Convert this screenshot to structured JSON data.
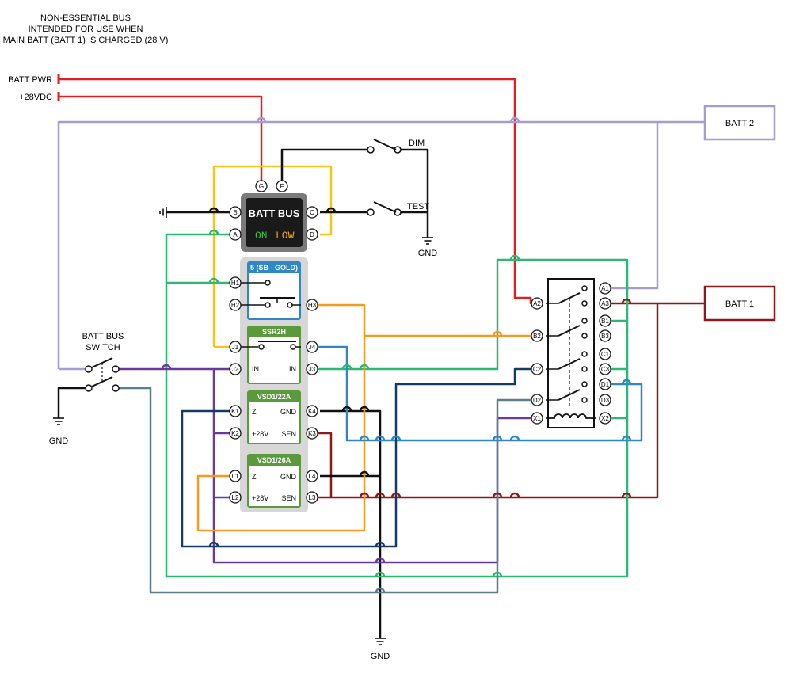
{
  "note": {
    "line1": "NON-ESSENTIAL BUS",
    "line2": "INTENDED FOR USE WHEN",
    "line3": "MAIN BATT (BATT 1) IS CHARGED (28 V)"
  },
  "labels": {
    "batt_pwr": "BATT PWR",
    "plus_28vdc": "+28VDC",
    "batt2": "BATT 2",
    "batt1": "BATT 1",
    "dim": "DIM",
    "test": "TEST",
    "gnd": "GND",
    "batt_bus_switch_1": "BATT BUS",
    "batt_bus_switch_2": "SWITCH"
  },
  "lamp": {
    "title": "BATT BUS",
    "on": "ON",
    "low": "LOW",
    "pins": {
      "g": "G",
      "f": "F",
      "b": "B",
      "a": "A",
      "c": "C",
      "d": "D"
    }
  },
  "modules": {
    "sb": {
      "title": "5 (SB - GOLD)",
      "pins": {
        "h1": "H1",
        "h2": "H2",
        "h3": "H3"
      }
    },
    "ssr": {
      "title": "SSR2H",
      "in_left": "IN",
      "in_right": "IN",
      "pins": {
        "j1": "J1",
        "j2": "J2",
        "j3": "J3",
        "j4": "J4"
      }
    },
    "vsd22": {
      "title": "VSD1/22A",
      "z": "Z",
      "gnd": "GND",
      "v28": "+28V",
      "sen": "SEN",
      "pins": {
        "k1": "K1",
        "k2": "K2",
        "k3": "K3",
        "k4": "K4"
      }
    },
    "vsd26": {
      "title": "VSD1/26A",
      "z": "Z",
      "gnd": "GND",
      "v28": "+28V",
      "sen": "SEN",
      "pins": {
        "l1": "L1",
        "l2": "L2",
        "l3": "L3",
        "l4": "L4"
      }
    }
  },
  "relay": {
    "pins": {
      "a1": "A1",
      "a2": "A2",
      "a3": "A3",
      "b1": "B1",
      "b2": "B2",
      "b3": "B3",
      "c1": "C1",
      "c2": "C2",
      "c3": "C3",
      "d1": "D1",
      "d2": "D2",
      "d3": "D3",
      "x1": "X1",
      "x2": "X2"
    }
  },
  "colors": {
    "red": "#e02020",
    "dark_red": "#8b1a1a",
    "lavender": "#a89bd0",
    "yellow": "#f5c518",
    "green": "#2eb673",
    "purple": "#6a3a9a",
    "orange": "#f59a23",
    "blue": "#2f87c6",
    "navy": "#123c66",
    "slate": "#5b7d8c",
    "black": "#111111",
    "module_panel": "#d7d7d7",
    "sb_header": "#2f87c6",
    "module_header": "#5a9a3c",
    "lamp_body": "#1a1a1a"
  }
}
